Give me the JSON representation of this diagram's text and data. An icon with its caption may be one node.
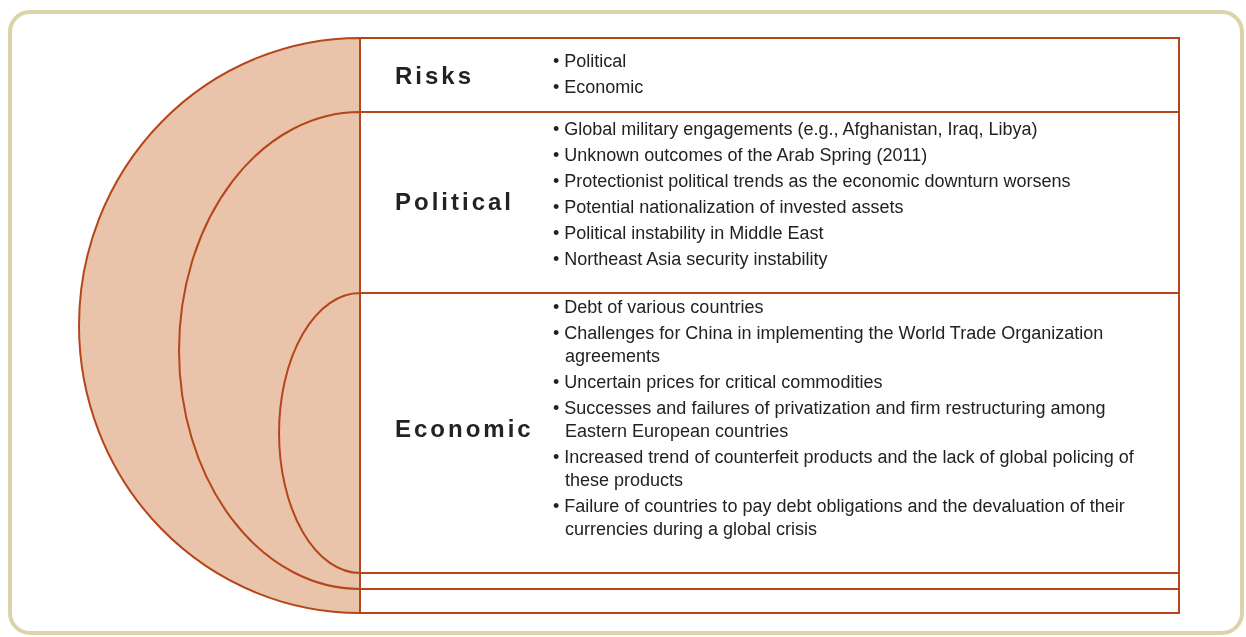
{
  "diagram": {
    "nodes": [
      {
        "text": [
          "Risks",
          "• Political",
          "• Economic"
        ]
      },
      {
        "text": [
          "Political",
          "• Global military engagements (e.g., Afghanistan, Iraq, Libya)",
          "• Unknown outcomes of the Arab Spring (2011)",
          "• Protectionist political trends as the economic downturn worsens",
          "• Potential nationalization of invested assets",
          "• Political instability in Middle East",
          "• Northeast Asia security instability"
        ],
        "in": 0
      },
      {
        "text": [
          "Economic",
          "• Debt of various countries",
          "• Challenges for China in implementing the World Trade Organization agreements",
          "• Uncertain prices for critical commodities",
          "• Successes and failures of privatization and firm restructuring among Eastern European countries",
          "• Increased trend of counterfeit products and the lack of global policing of these products",
          "• Failure of countries to pay debt obligations and the devaluation of their currencies during a global crisis"
        ],
        "in": 1
      }
    ],
    "edges": []
  }
}
